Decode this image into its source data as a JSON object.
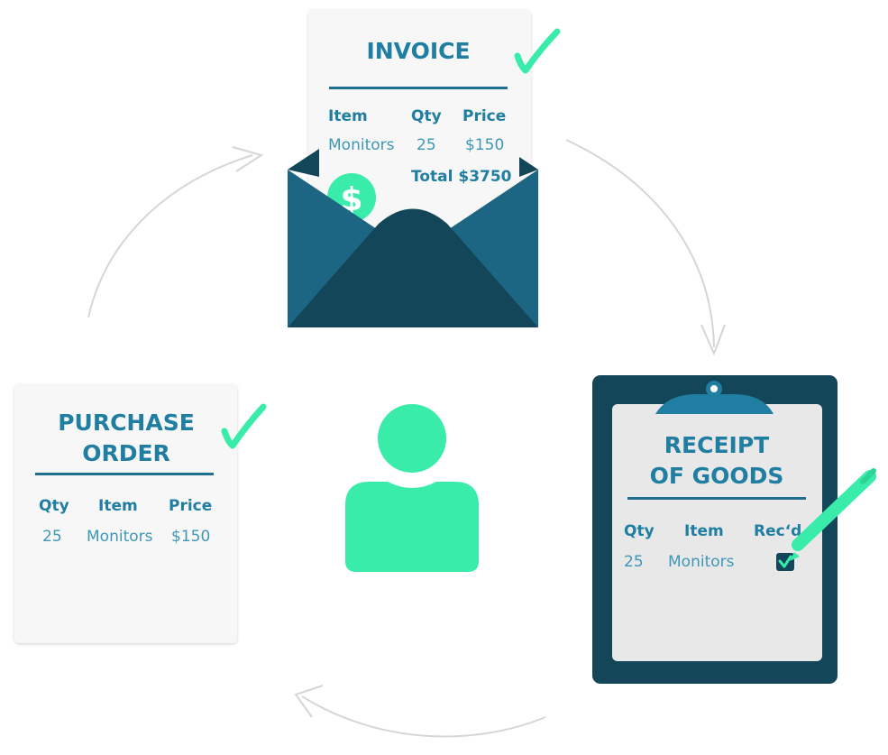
{
  "colors": {
    "accent_green": "#39ecaa",
    "teal_dark": "#134658",
    "teal_mid": "#1c6583",
    "title_blue": "#1f7ea1",
    "value_blue": "#3f97b7",
    "paper": "#f7f7f7",
    "clipboard_paper": "#e8e8e8"
  },
  "invoice": {
    "title": "INVOICE",
    "headers": {
      "item": "Item",
      "qty": "Qty",
      "price": "Price"
    },
    "row": {
      "item": "Monitors",
      "qty": "25",
      "price": "$150"
    },
    "total": "Total $3750",
    "coin_symbol": "$",
    "status_icon": "checkmark-icon"
  },
  "purchase_order": {
    "title_line1": "PURCHASE",
    "title_line2": "ORDER",
    "headers": {
      "qty": "Qty",
      "item": "Item",
      "price": "Price"
    },
    "row": {
      "qty": "25",
      "item": "Monitors",
      "price": "$150"
    },
    "status_icon": "checkmark-icon"
  },
  "receipt": {
    "title_line1": "RECEIPT",
    "title_line2": "OF GOODS",
    "headers": {
      "qty": "Qty",
      "item": "Item",
      "received": "Rec‘d"
    },
    "row": {
      "qty": "25",
      "item": "Monitors",
      "received": true
    },
    "status_icon": "pen-icon"
  },
  "center": {
    "icon": "person-icon"
  }
}
